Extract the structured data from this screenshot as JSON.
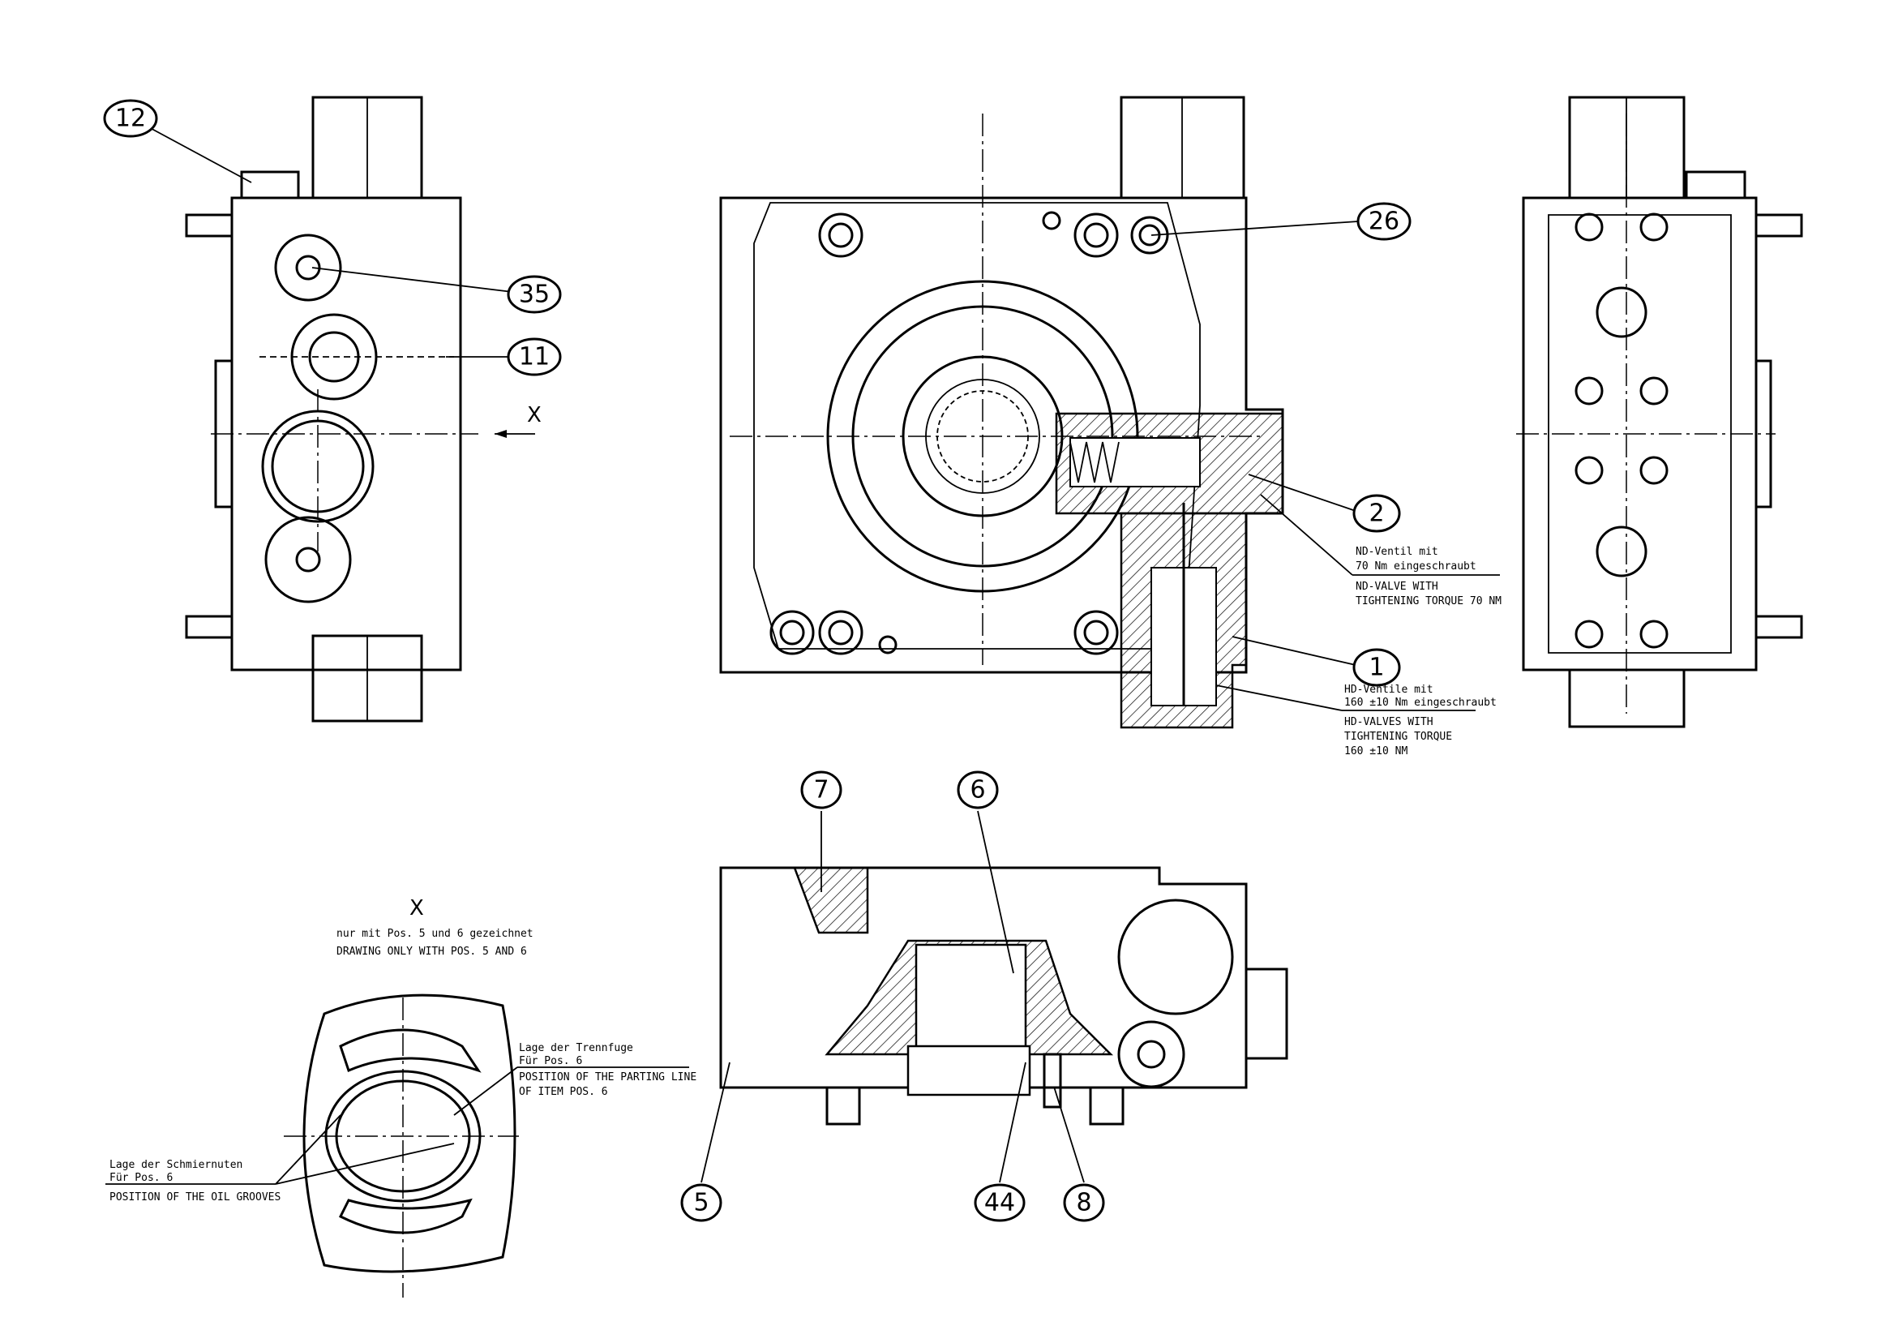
{
  "balloons": {
    "b12": "12",
    "b35": "35",
    "b11": "11",
    "b26": "26",
    "b2": "2",
    "b1": "1",
    "b7": "7",
    "b6": "6",
    "b5": "5",
    "b44": "44",
    "b8": "8"
  },
  "view_label_arrow": "X",
  "view_x": {
    "title": "X",
    "note_de": "nur mit Pos. 5 und 6 gezeichnet",
    "note_en": "DRAWING ONLY WITH POS. 5 AND 6",
    "parting_de_1": "Lage der Trennfuge",
    "parting_de_2": "Für Pos. 6",
    "parting_en_1": "POSITION OF THE PARTING LINE",
    "parting_en_2": "OF ITEM POS. 6",
    "grooves_de_1": "Lage der Schmiernuten",
    "grooves_de_2": "Für Pos. 6",
    "grooves_en": "POSITION OF THE OIL GROOVES"
  },
  "nd_valve": {
    "de_1": "ND-Ventil mit",
    "de_2": "70 Nm eingeschraubt",
    "en_1": "ND-VALVE WITH",
    "en_2": "TIGHTENING TORQUE 70 NM"
  },
  "hd_valves": {
    "de_1": "HD-Ventile mit",
    "de_2": "160 ±10 Nm eingeschraubt",
    "en_1": "HD-VALVES WITH",
    "en_2": "TIGHTENING TORQUE",
    "en_3": "160 ±10 NM"
  }
}
